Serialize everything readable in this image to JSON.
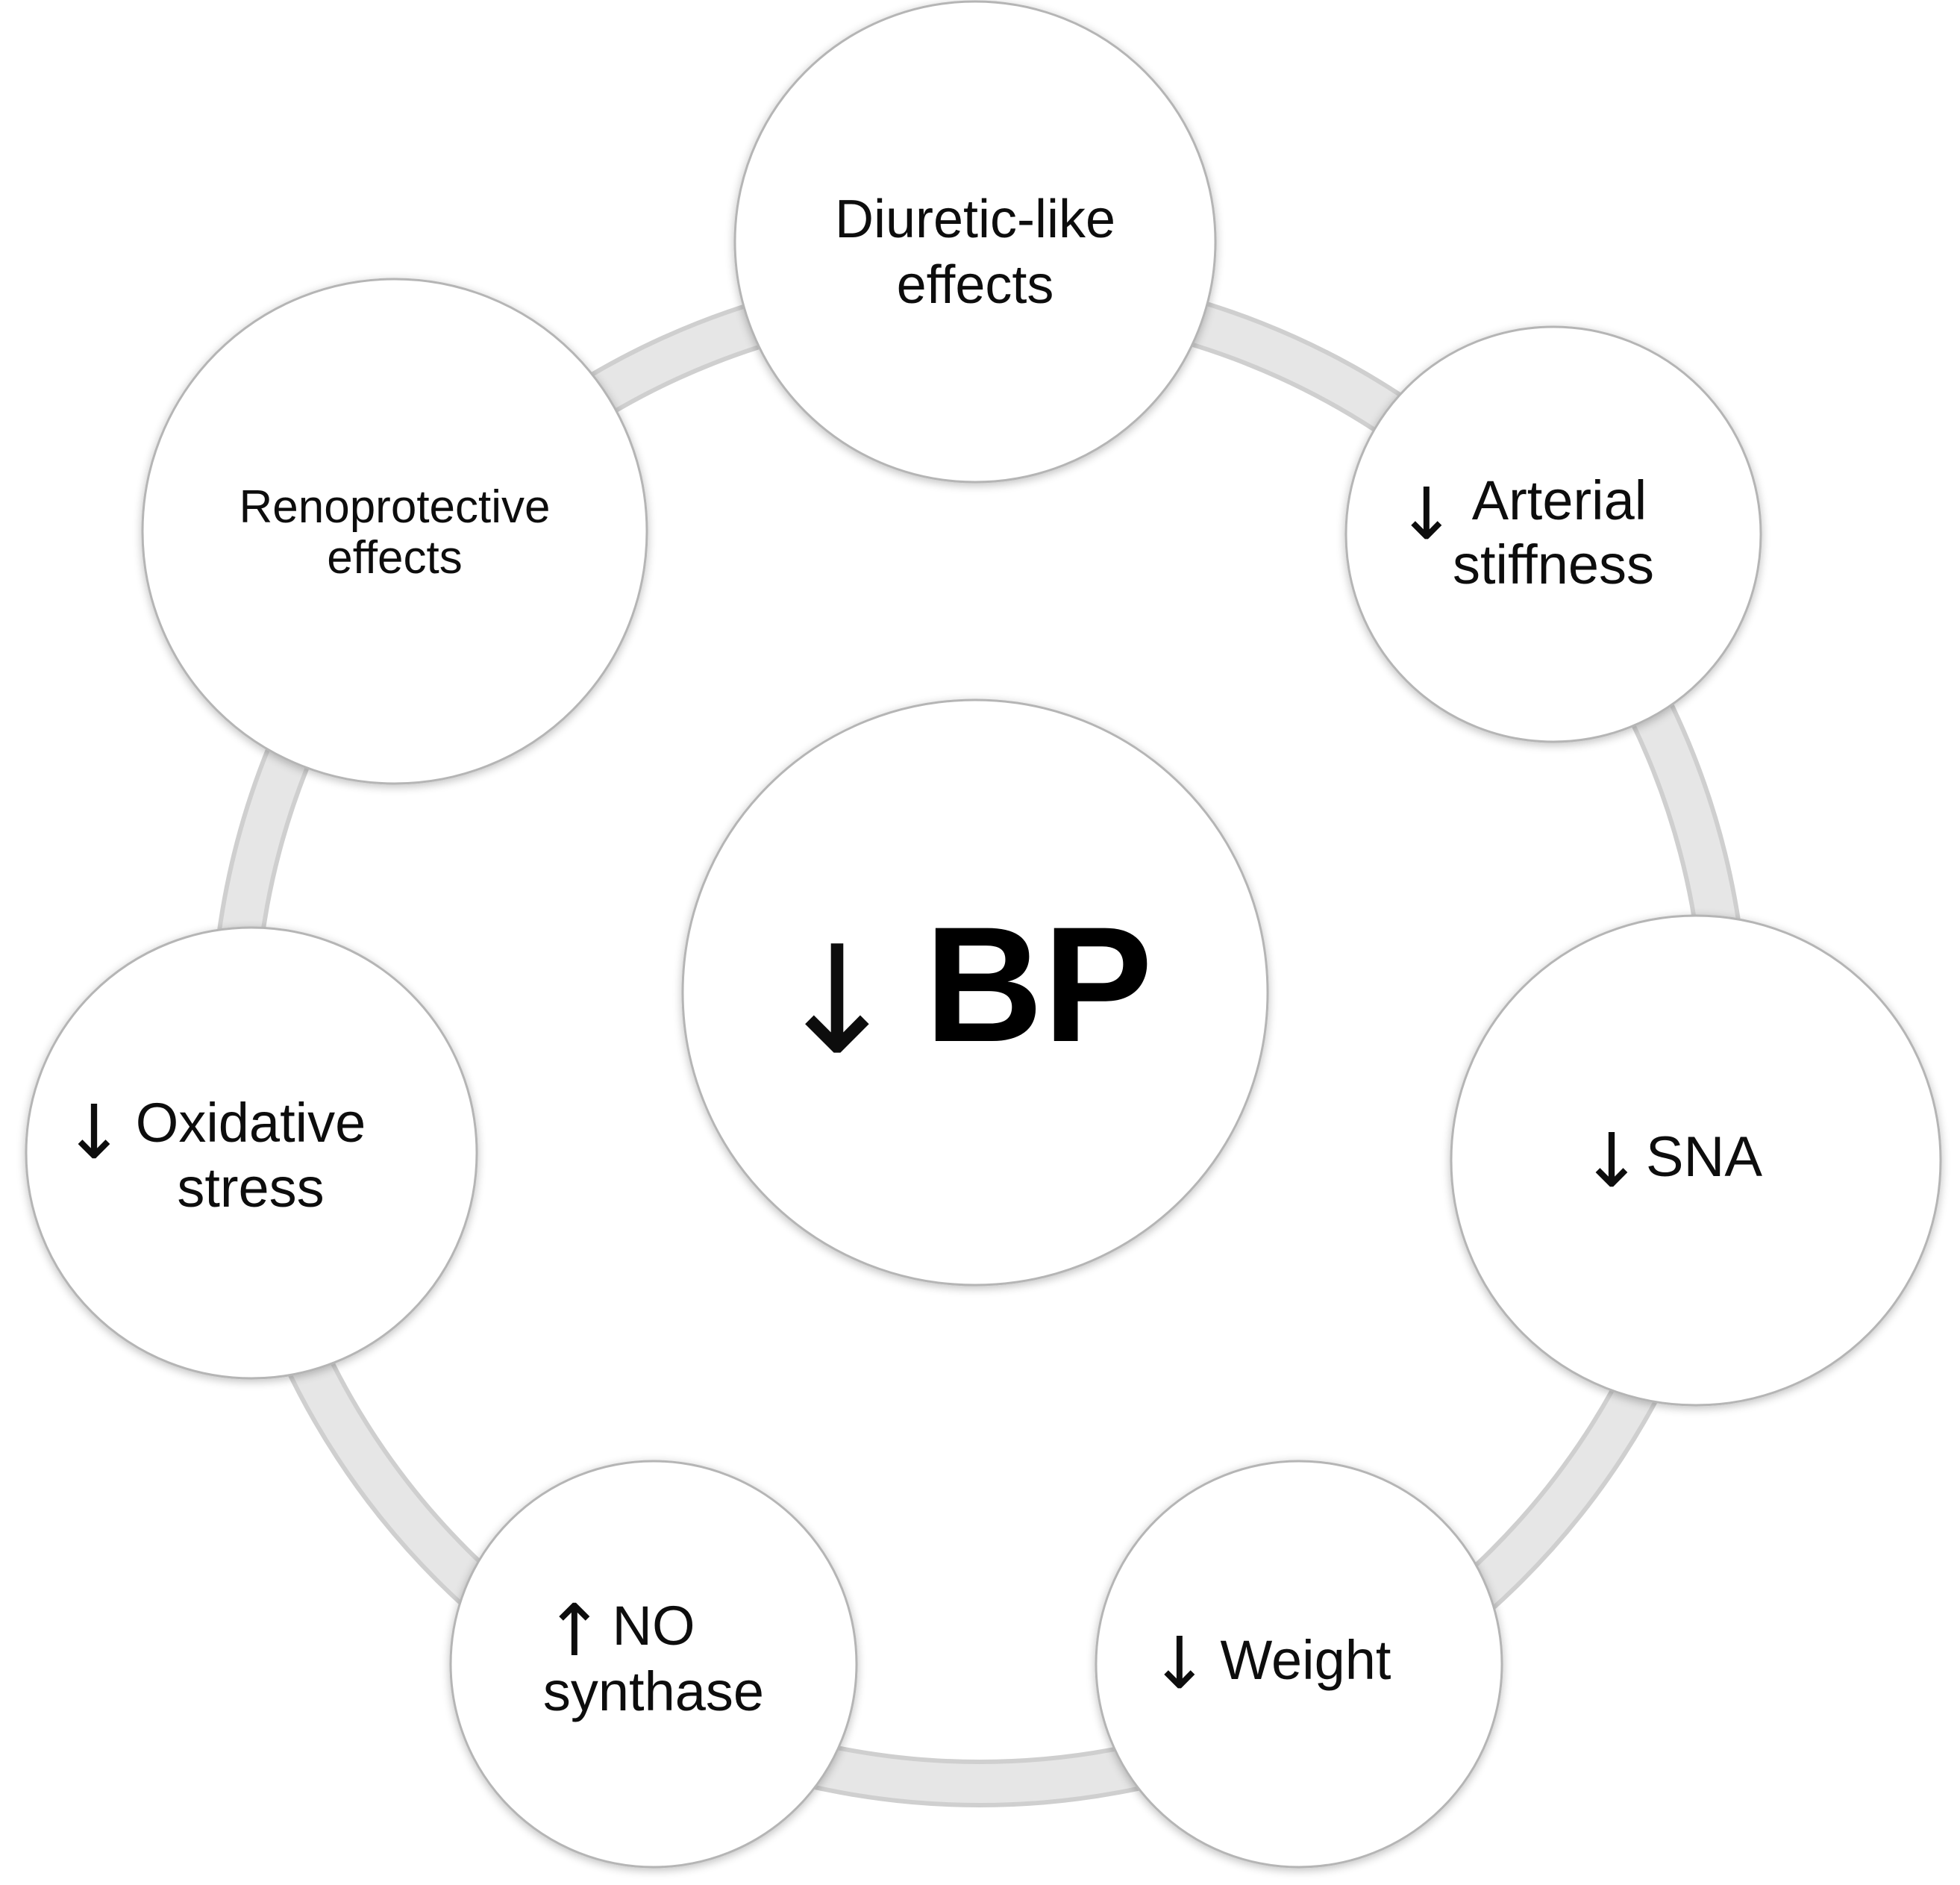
{
  "colors": {
    "background": "#ffffff",
    "ring": "#e4e4e4",
    "ring_edge": "#cfcfcf",
    "node_fill": "#ffffff",
    "node_stroke": "#b5b5b5",
    "text": "#111111"
  },
  "center": {
    "arrow": "↓",
    "label": "BP"
  },
  "nodes": [
    {
      "id": "diuretic",
      "arrow": "",
      "lines": [
        "Diuretic-like",
        "effects"
      ]
    },
    {
      "id": "arterial",
      "arrow": "↓",
      "lines": [
        "Arterial",
        "stiffness"
      ]
    },
    {
      "id": "sna",
      "arrow": "↓",
      "lines": [
        "SNA"
      ]
    },
    {
      "id": "weight",
      "arrow": "↓",
      "lines": [
        "Weight"
      ]
    },
    {
      "id": "no-synthase",
      "arrow": "↑",
      "lines": [
        "NO",
        "synthase"
      ]
    },
    {
      "id": "oxidative",
      "arrow": "↓",
      "lines": [
        "Oxidative",
        "stress"
      ]
    },
    {
      "id": "renoprotective",
      "arrow": "",
      "lines": [
        "Renoprotective",
        "effects"
      ]
    }
  ]
}
